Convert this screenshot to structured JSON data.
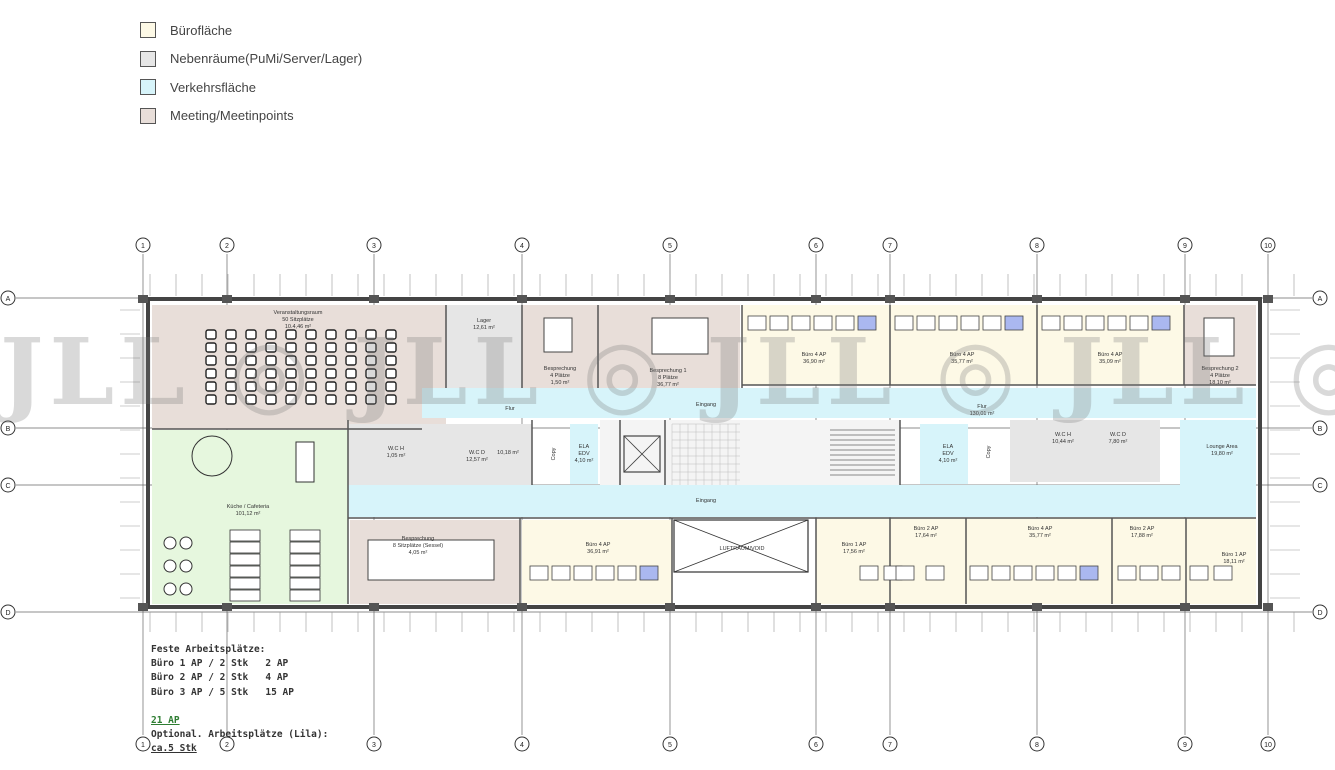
{
  "legend": [
    {
      "label": "Bürofläche",
      "color": "#fdf9e6"
    },
    {
      "label": "Nebenräume(PuMi/Server/Lager)",
      "color": "#e6e6e6"
    },
    {
      "label": "Verkehrsfläche",
      "color": "#d7f4fa"
    },
    {
      "label": "Meeting/Meetinpoints",
      "color": "#e8ded9"
    }
  ],
  "colors": {
    "office": "#fdf9e6",
    "ancillary": "#e6e6e6",
    "circulation": "#d7f4fa",
    "meeting": "#e8ded9",
    "kitchen": "#e6f7de",
    "optional_desk": "#aab8f0",
    "wall": "#555555"
  },
  "axes": {
    "columns": [
      "1",
      "2",
      "3",
      "4",
      "5",
      "6",
      "7",
      "8",
      "9",
      "10"
    ],
    "rows": [
      "A",
      "B",
      "C",
      "D"
    ]
  },
  "rooms": {
    "veranstaltung": {
      "name": "Veranstaltungsraum",
      "info": "50 Sitzplätze",
      "area": "10.4,46 m²"
    },
    "lager": {
      "name": "Lager",
      "area": "12,61 m²"
    },
    "besprechung_a": {
      "name": "Besprechung",
      "info": "4 Plätze",
      "area": "1,50 m²"
    },
    "besprechung_1": {
      "name": "Besprechung 1",
      "info": "8 Plätze",
      "area": "36,77 m²"
    },
    "buero4_n1": {
      "name": "Büro 4 AP",
      "area": "36,90 m²"
    },
    "buero4_n2": {
      "name": "Büro 4 AP",
      "area": "35,77 m²"
    },
    "buero4_n3": {
      "name": "Büro 4 AP",
      "area": "35,09 m²"
    },
    "besprechung_2": {
      "name": "Besprechung 2",
      "info": "4 Plätze",
      "area": "18,10 m²"
    },
    "flur_w": {
      "name": "Flur"
    },
    "flur_e": {
      "name": "Flur",
      "area": "130,01 m²"
    },
    "kueche": {
      "name": "Küche / Cafeteria",
      "area": "101,12 m²"
    },
    "wc_h": {
      "name": "W.C H",
      "area": "1,05 m²"
    },
    "wc_d": {
      "name": "W.C D",
      "area": "12,57 m²"
    },
    "wc_area": {
      "area": "10,18 m²"
    },
    "ela_w": {
      "name": "ELA",
      "sub": "EDV",
      "area": "4,10 m²"
    },
    "ela_e": {
      "name": "ELA",
      "sub": "EDV",
      "area": "4,10 m²"
    },
    "copy_w": {
      "name": "Copy"
    },
    "copy_e": {
      "name": "Copy"
    },
    "eingang_n": {
      "name": "Eingang"
    },
    "eingang_s": {
      "name": "Eingang"
    },
    "wc_h_e": {
      "name": "W.C H",
      "area": "10,44 m²"
    },
    "wc_d_e": {
      "name": "W.C D",
      "area": "7,80 m²"
    },
    "lounge": {
      "name": "Lounge Area",
      "area": "19,80 m²"
    },
    "besprechung_s": {
      "name": "Besprechung",
      "info": "8 Sitzplätze (Sessel)",
      "area": "4,05 m²"
    },
    "buero4_s1": {
      "area": "36,91 m²",
      "name": "Büro 4 AP"
    },
    "luftraum": {
      "name": "LUFTRAUM/VOID"
    },
    "buero1_s1": {
      "name": "Büro 1 AP",
      "area": "17,56 m²"
    },
    "buero2_s1": {
      "name": "Büro 2 AP",
      "area": "17,64 m²"
    },
    "buero4_s2": {
      "name": "Büro 4 AP",
      "area": "35,77 m²"
    },
    "buero2_s2": {
      "name": "Büro 2 AP",
      "area": "17,88 m²"
    },
    "buero1_s2": {
      "name": "Büro 1 AP",
      "area": "18,11 m²"
    }
  },
  "notes": {
    "title": "Feste Arbeitsplätze:",
    "lines": [
      "Büro 1 AP / 2 Stk   2 AP",
      "Büro 2 AP / 2 Stk   4 AP",
      "Büro 3 AP / 5 Stk   15 AP"
    ],
    "total": "21 AP",
    "optional": "Optional. Arbeitsplätze (Lila):",
    "optional_count": "ca.5 Stk"
  },
  "watermark": {
    "text": "JLL ◎ JLL ◎ JLL ◎ JLL ◎ JLL ◎ JLL ◎ JLL"
  }
}
